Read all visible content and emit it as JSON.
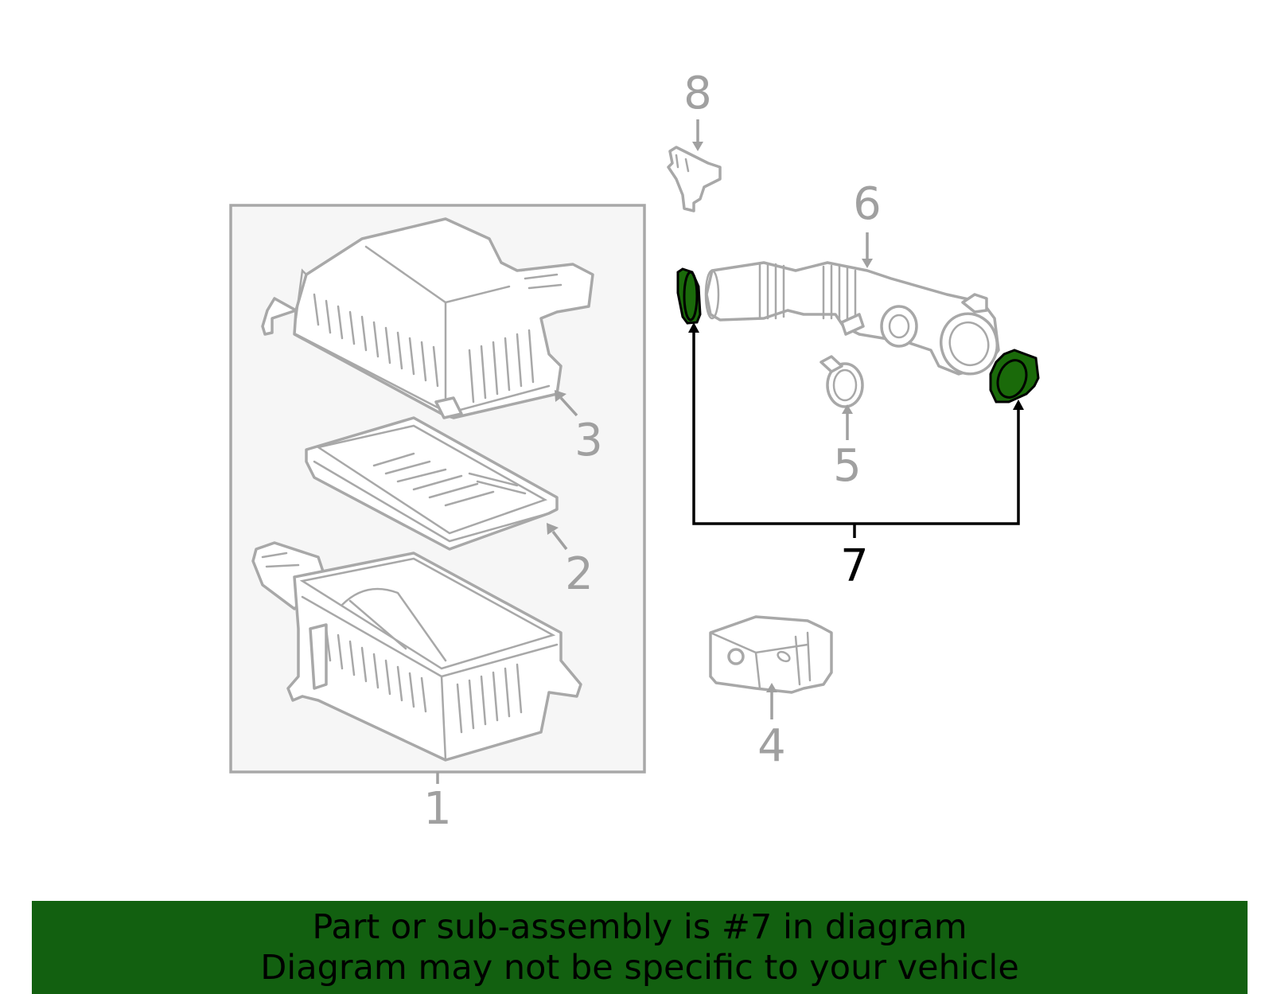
{
  "colors": {
    "highlight": "#1a6a0a",
    "banner_background": "#126010",
    "line_art": "#a8a8a8",
    "box_fill": "#f6f6f6"
  },
  "callouts": {
    "part_1": "1",
    "part_2": "2",
    "part_3": "3",
    "part_4": "4",
    "part_5": "5",
    "part_6": "6",
    "part_7": "7",
    "part_8": "8"
  },
  "highlighted_part": "7",
  "banner": {
    "line1": "Part or sub-assembly is #7 in diagram",
    "line2": "Diagram may not be specific to your vehicle"
  }
}
